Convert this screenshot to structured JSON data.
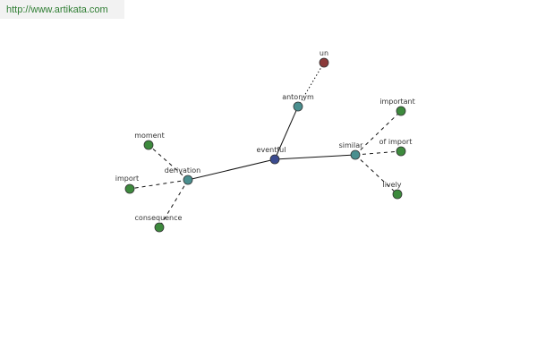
{
  "source": {
    "url_text": "http://www.artikata.com"
  },
  "colors": {
    "center": "#3b4b8f",
    "hub": "#4a8f8f",
    "leaf": "#3d8a3d",
    "antonym_leaf": "#8b3a3a"
  },
  "graph": {
    "nodes": [
      {
        "id": "eventful",
        "label": "eventful",
        "role": "center"
      },
      {
        "id": "antonym",
        "label": "antonym",
        "role": "hub"
      },
      {
        "id": "un",
        "label": "un",
        "role": "antonym_leaf"
      },
      {
        "id": "similar",
        "label": "similar",
        "role": "hub"
      },
      {
        "id": "important",
        "label": "important",
        "role": "leaf"
      },
      {
        "id": "of_import",
        "label": "of import",
        "role": "leaf"
      },
      {
        "id": "lively",
        "label": "lively",
        "role": "leaf"
      },
      {
        "id": "derivation",
        "label": "derivation",
        "role": "hub"
      },
      {
        "id": "moment",
        "label": "moment",
        "role": "leaf"
      },
      {
        "id": "import",
        "label": "import",
        "role": "leaf"
      },
      {
        "id": "consequence",
        "label": "consequence",
        "role": "leaf"
      }
    ],
    "edges": [
      {
        "from": "eventful",
        "to": "antonym",
        "style": "solid"
      },
      {
        "from": "eventful",
        "to": "similar",
        "style": "solid"
      },
      {
        "from": "eventful",
        "to": "derivation",
        "style": "solid"
      },
      {
        "from": "antonym",
        "to": "un",
        "style": "dotted"
      },
      {
        "from": "similar",
        "to": "important",
        "style": "dashed"
      },
      {
        "from": "similar",
        "to": "of_import",
        "style": "dashed"
      },
      {
        "from": "similar",
        "to": "lively",
        "style": "dashed"
      },
      {
        "from": "derivation",
        "to": "moment",
        "style": "dashed"
      },
      {
        "from": "derivation",
        "to": "import",
        "style": "dashed"
      },
      {
        "from": "derivation",
        "to": "consequence",
        "style": "dashed"
      }
    ]
  }
}
